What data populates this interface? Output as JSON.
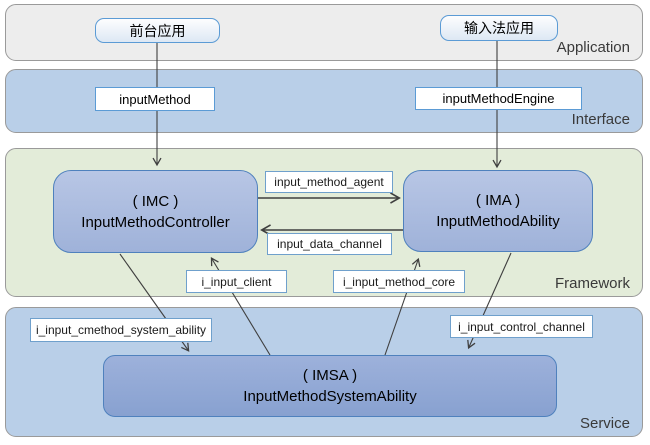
{
  "layers": {
    "application": {
      "label": "Application"
    },
    "interface": {
      "label": "Interface"
    },
    "framework": {
      "label": "Framework"
    },
    "service": {
      "label": "Service"
    }
  },
  "nodes": {
    "foreground_app": {
      "label": "前台应用"
    },
    "ime_app": {
      "label": "输入法应用"
    },
    "input_method": {
      "label": "inputMethod"
    },
    "input_method_engine": {
      "label": "inputMethodEngine"
    },
    "imc": {
      "abbr": "( IMC )",
      "name": "InputMethodController"
    },
    "ima": {
      "abbr": "( IMA )",
      "name": "InputMethodAbility"
    },
    "imsa": {
      "abbr": "( IMSA )",
      "name": "InputMethodSystemAbility"
    }
  },
  "edge_labels": {
    "input_method_agent": "input_method_agent",
    "input_data_channel": "input_data_channel",
    "i_input_client": "i_input_client",
    "i_input_method_core": "i_input_method_core",
    "i_input_cmethod_system_ability": "i_input_cmethod_system_ability",
    "i_input_control_channel": "i_input_control_channel"
  },
  "colors": {
    "layer_app_bg": "#ededed",
    "layer_blue_bg": "#b9cfe8",
    "layer_green_bg": "#e3ecd9",
    "node_border": "#4f81bd",
    "app_box_border": "#5b9bd5",
    "line_color": "#3f3f3f"
  }
}
